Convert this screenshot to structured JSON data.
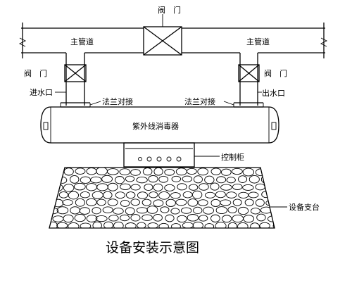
{
  "diagram": {
    "caption": "设备安装示意图",
    "labels": {
      "valve_top": "阀　门",
      "main_pipe_left": "主管道",
      "main_pipe_right": "主管道",
      "valve_left": "阀　门",
      "valve_right": "阀　门",
      "inlet": "进水口",
      "outlet": "出水口",
      "flange_left": "法兰对接",
      "flange_right": "法兰对接",
      "uv_sterilizer": "紫外线消毒器",
      "control_cabinet": "控制柜",
      "equipment_stand": "设备支台"
    }
  }
}
